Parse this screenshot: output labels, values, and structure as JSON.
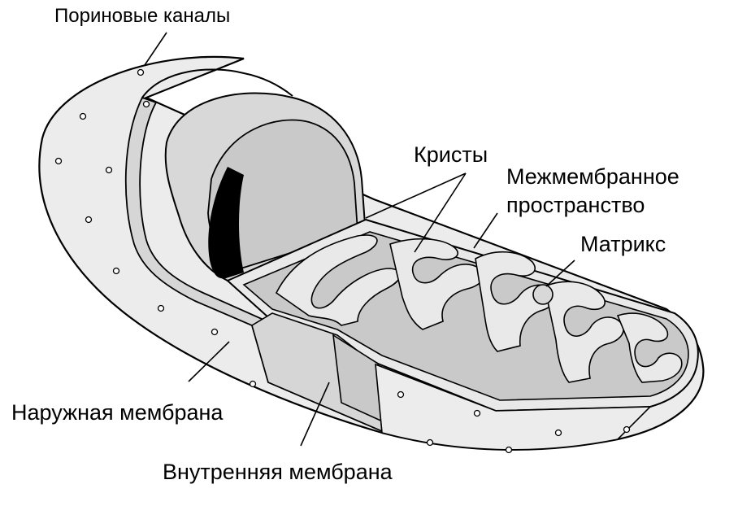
{
  "labels": {
    "porin_channels": "Пориновые каналы",
    "cristae": "Кристы",
    "intermembrane_space_line1": "Межмембранное",
    "intermembrane_space_line2": "пространство",
    "matrix": "Матрикс",
    "outer_membrane": "Наружная мембрана",
    "inner_membrane": "Внутренняя мембрана"
  },
  "colors": {
    "outer_surface": "#ececec",
    "inner_band": "#d6d6d6",
    "matrix_fill": "#c9c9c9",
    "cut_face": "#e9e9e9",
    "dark_opening": "#000000",
    "outline": "#000000"
  }
}
